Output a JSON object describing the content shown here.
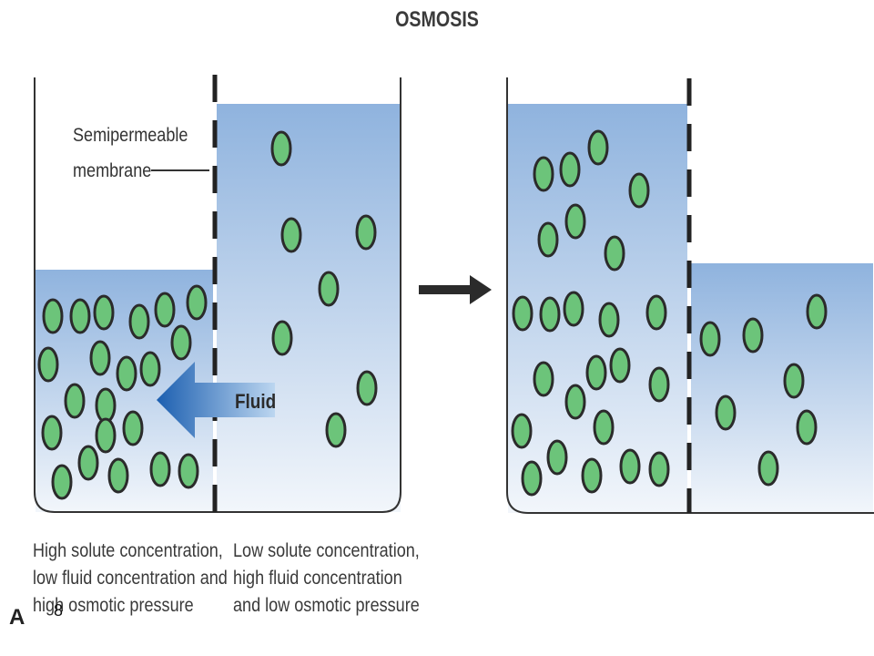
{
  "title": "OSMOSIS",
  "membrane_label_line1": "Semipermeable",
  "membrane_label_line2": "membrane",
  "arrow_label": "Fluid",
  "caption_left": [
    "High solute concentration,",
    "low fluid concentration and",
    "high osmotic pressure"
  ],
  "caption_right": [
    "Low solute concentration,",
    "high fluid concentration",
    "and low osmotic pressure"
  ],
  "figure_letter": "A",
  "slide_number": "8",
  "colors": {
    "particle_fill": "#6cc47a",
    "particle_stroke": "#2b2b2b",
    "water_top": "#8fb3de",
    "water_bottom": "#eef3fa",
    "fluid_arrow": "#2a6fbf",
    "container_stroke": "#333333"
  },
  "icons": [
    "beaker-container",
    "membrane-dashed-line",
    "fluid-arrow-icon",
    "process-arrow-icon",
    "solute-particle"
  ]
}
